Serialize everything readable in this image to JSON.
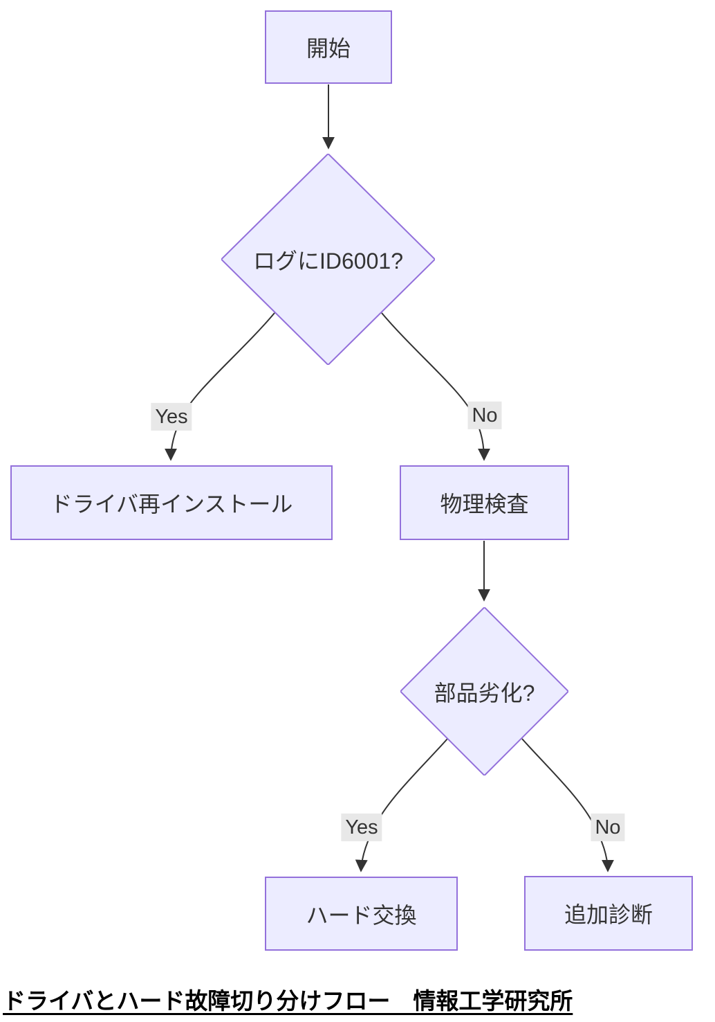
{
  "diagram_type": "flowchart",
  "colors": {
    "node_fill": "#ECECFF",
    "node_border": "#9370DB",
    "edge_stroke": "#333333",
    "node_text": "#333333",
    "edge_label_bg": "#e8e8e8",
    "caption_text": "#000000",
    "background": "#ffffff"
  },
  "nodes": {
    "start": {
      "label": "開始",
      "shape": "rect"
    },
    "decision_log_id6001": {
      "label": "ログにID6001?",
      "shape": "diamond"
    },
    "driver_reinstall": {
      "label": "ドライバ再インストール",
      "shape": "rect"
    },
    "physical_inspection": {
      "label": "物理検査",
      "shape": "rect"
    },
    "decision_part_degradation": {
      "label": "部品劣化?",
      "shape": "diamond"
    },
    "hardware_replace": {
      "label": "ハード交換",
      "shape": "rect"
    },
    "additional_diagnosis": {
      "label": "追加診断",
      "shape": "rect"
    }
  },
  "edges": {
    "start_to_log": {
      "from": "start",
      "to": "decision_log_id6001",
      "label": ""
    },
    "log_to_driver": {
      "from": "decision_log_id6001",
      "to": "driver_reinstall",
      "label": "Yes"
    },
    "log_to_physical": {
      "from": "decision_log_id6001",
      "to": "physical_inspection",
      "label": "No"
    },
    "physical_to_part": {
      "from": "physical_inspection",
      "to": "decision_part_degradation",
      "label": ""
    },
    "part_to_hardware": {
      "from": "decision_part_degradation",
      "to": "hardware_replace",
      "label": "Yes"
    },
    "part_to_additional": {
      "from": "decision_part_degradation",
      "to": "additional_diagnosis",
      "label": "No"
    }
  },
  "caption": "ドライバとハード故障切り分けフロー　情報工学研究所"
}
